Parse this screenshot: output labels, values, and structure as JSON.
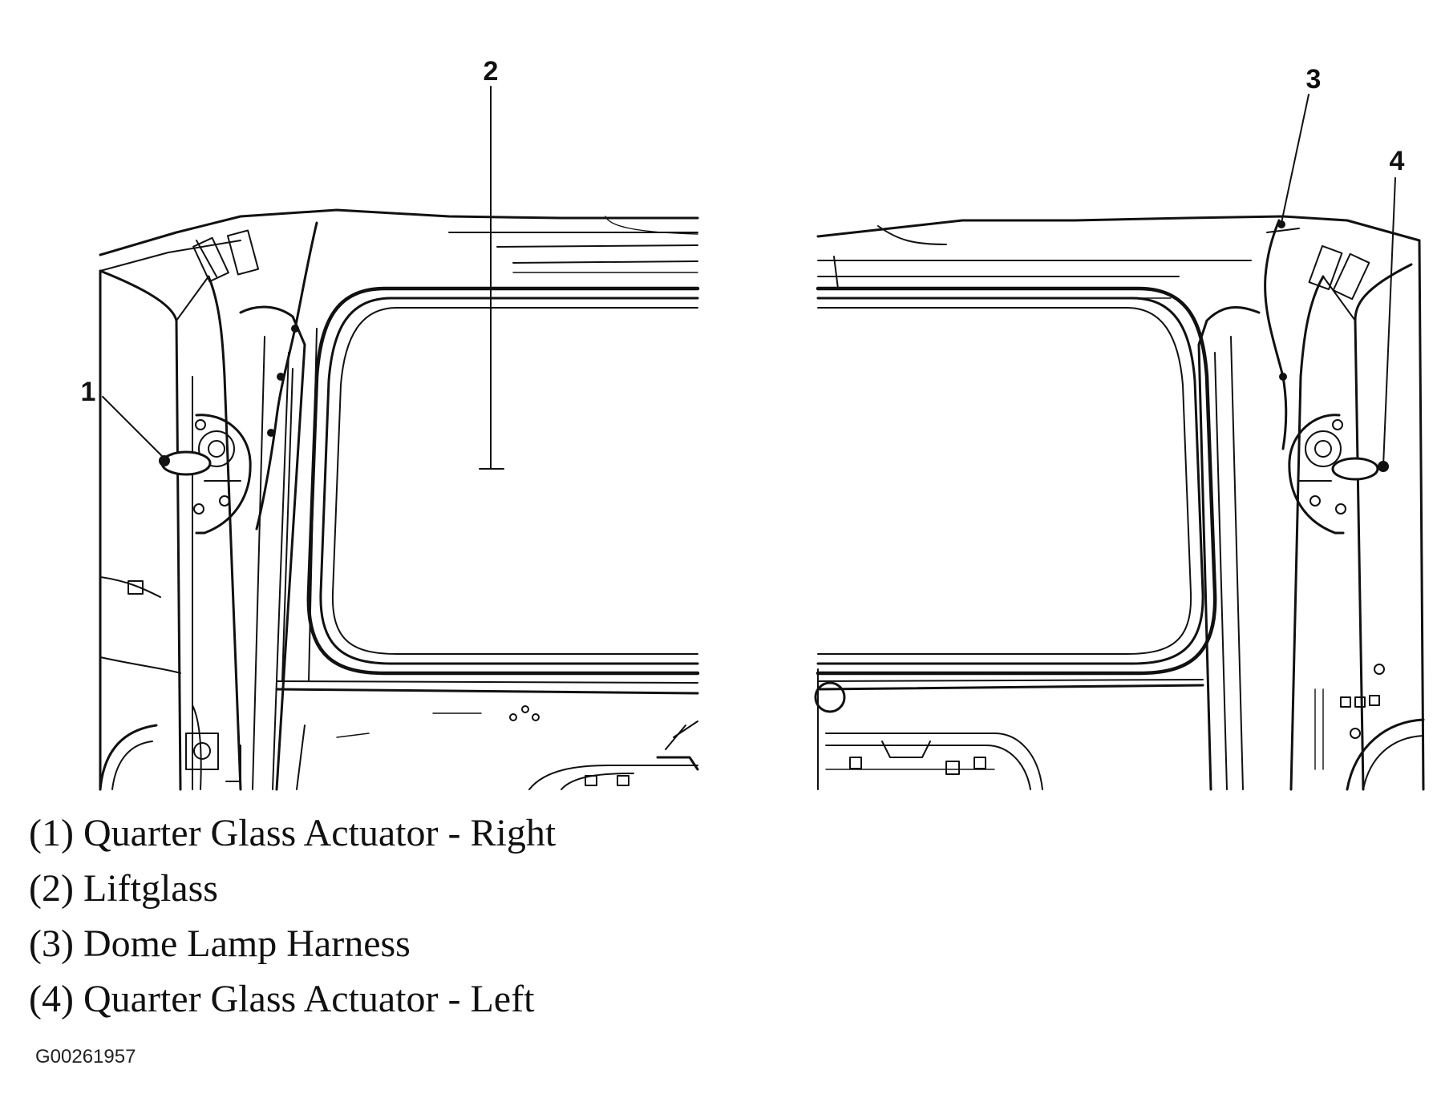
{
  "callouts": [
    "1",
    "2",
    "3",
    "4"
  ],
  "legend": [
    {
      "num": "(1)",
      "label": "Quarter Glass Actuator - Right"
    },
    {
      "num": "(2)",
      "label": "Liftglass"
    },
    {
      "num": "(3)",
      "label": "Dome Lamp Harness"
    },
    {
      "num": "(4)",
      "label": "Quarter Glass Actuator - Left"
    }
  ],
  "figure_id": "G00261957"
}
